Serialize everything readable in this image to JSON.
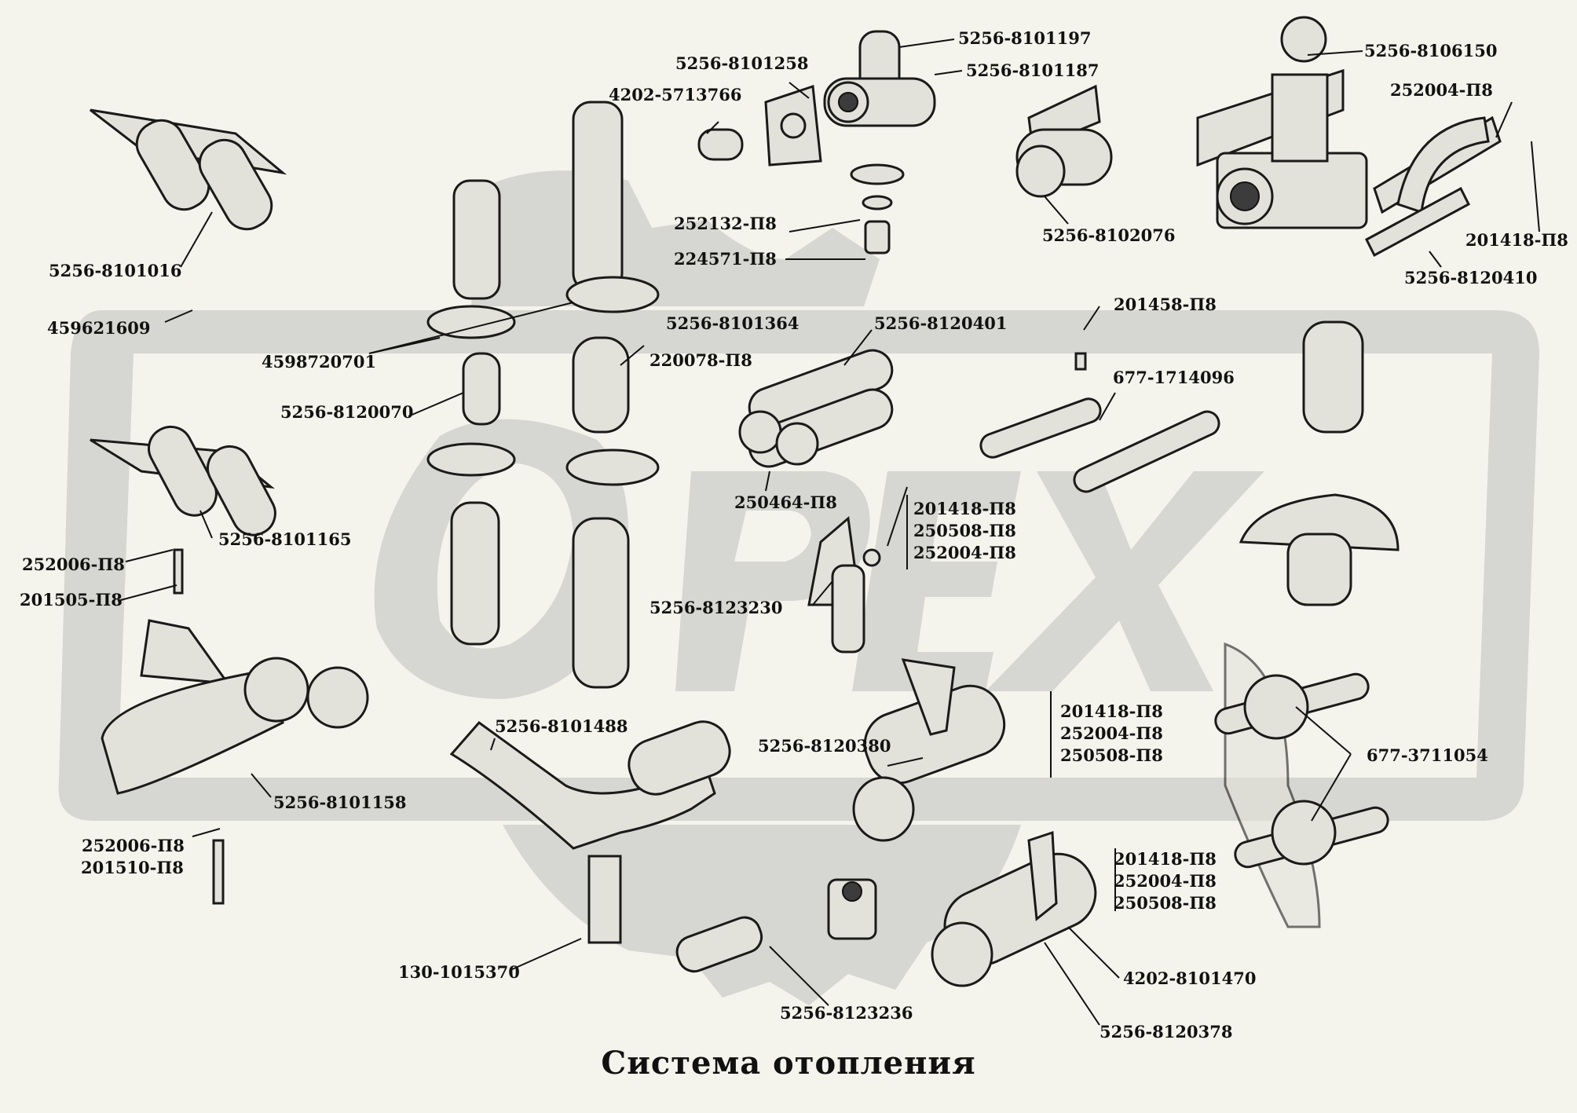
{
  "diagram": {
    "title": "Система отопления",
    "watermark": "OPEX",
    "colors": {
      "background": "#f4f4ec",
      "ink": "#111111",
      "part_fill": "#e2e2da",
      "watermark": "#d4d4d0"
    },
    "labels": {
      "p5256_8101197": "5256-8101197",
      "p5256_8101187": "5256-8101187",
      "p5256_8101258": "5256-8101258",
      "p4202_5713766": "4202-5713766",
      "p5256_8106150": "5256-8106150",
      "p252004_p8_top": "252004-П8",
      "p201418_p8_top": "201418-П8",
      "p5256_8120410": "5256-8120410",
      "p5256_8102076": "5256-8102076",
      "p252132_p8": "252132-П8",
      "p224571_p8": "224571-П8",
      "p5256_8101016": "5256-8101016",
      "p459621609": "459621609",
      "p4598720701": "4598720701",
      "p5256_8120070": "5256-8120070",
      "p5256_8101364": "5256-8101364",
      "p220078_p8": "220078-П8",
      "p5256_8120401": "5256-8120401",
      "p201458_p8": "201458-П8",
      "p677_1714096": "677-1714096",
      "p250464_p8": "250464-П8",
      "grp1_a": "201418-П8",
      "grp1_b": "250508-П8",
      "grp1_c": "252004-П8",
      "p5256_8123230": "5256-8123230",
      "p5256_8101165": "5256-8101165",
      "p252006_p8_a": "252006-П8",
      "p201505_p8": "201505-П8",
      "grp2_a": "201418-П8",
      "grp2_b": "252004-П8",
      "grp2_c": "250508-П8",
      "p5256_8120380": "5256-8120380",
      "p677_3711054": "677-3711054",
      "p5256_8101488": "5256-8101488",
      "p5256_8101158": "5256-8101158",
      "p252006_p8_b": "252006-П8",
      "p201510_p8": "201510-П8",
      "grp3_a": "201418-П8",
      "grp3_b": "252004-П8",
      "grp3_c": "250508-П8",
      "p130_1015370": "130-1015370",
      "p4202_8101470": "4202-8101470",
      "p5256_8123236": "5256-8123236",
      "p5256_8120378": "5256-8120378"
    }
  }
}
